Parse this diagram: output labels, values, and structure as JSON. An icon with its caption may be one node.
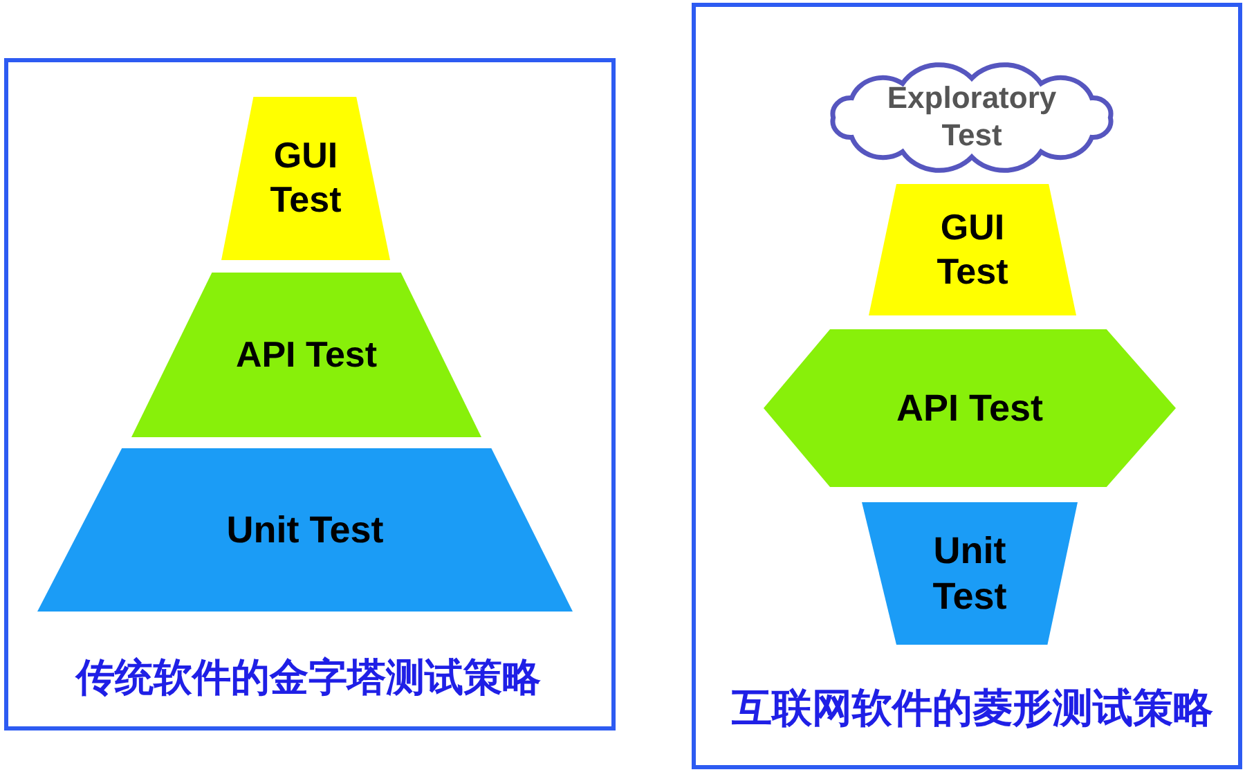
{
  "diagram": {
    "nodes": [
      {
        "text": [
          "传统软件的金字塔测试策略"
        ]
      },
      {
        "text": [
          "GUI Test"
        ],
        "in": 0
      },
      {
        "text": [
          "API Test"
        ],
        "in": 0
      },
      {
        "text": [
          "Unit Test"
        ],
        "in": 0
      },
      {
        "text": [
          "互联网软件的菱形测试策略"
        ]
      },
      {
        "text": [
          "Exploratory Test"
        ],
        "in": 4
      },
      {
        "text": [
          "GUI Test"
        ],
        "in": 4
      },
      {
        "text": [
          "API Test"
        ],
        "in": 4
      },
      {
        "text": [
          "Unit Test"
        ],
        "in": 4
      }
    ]
  }
}
